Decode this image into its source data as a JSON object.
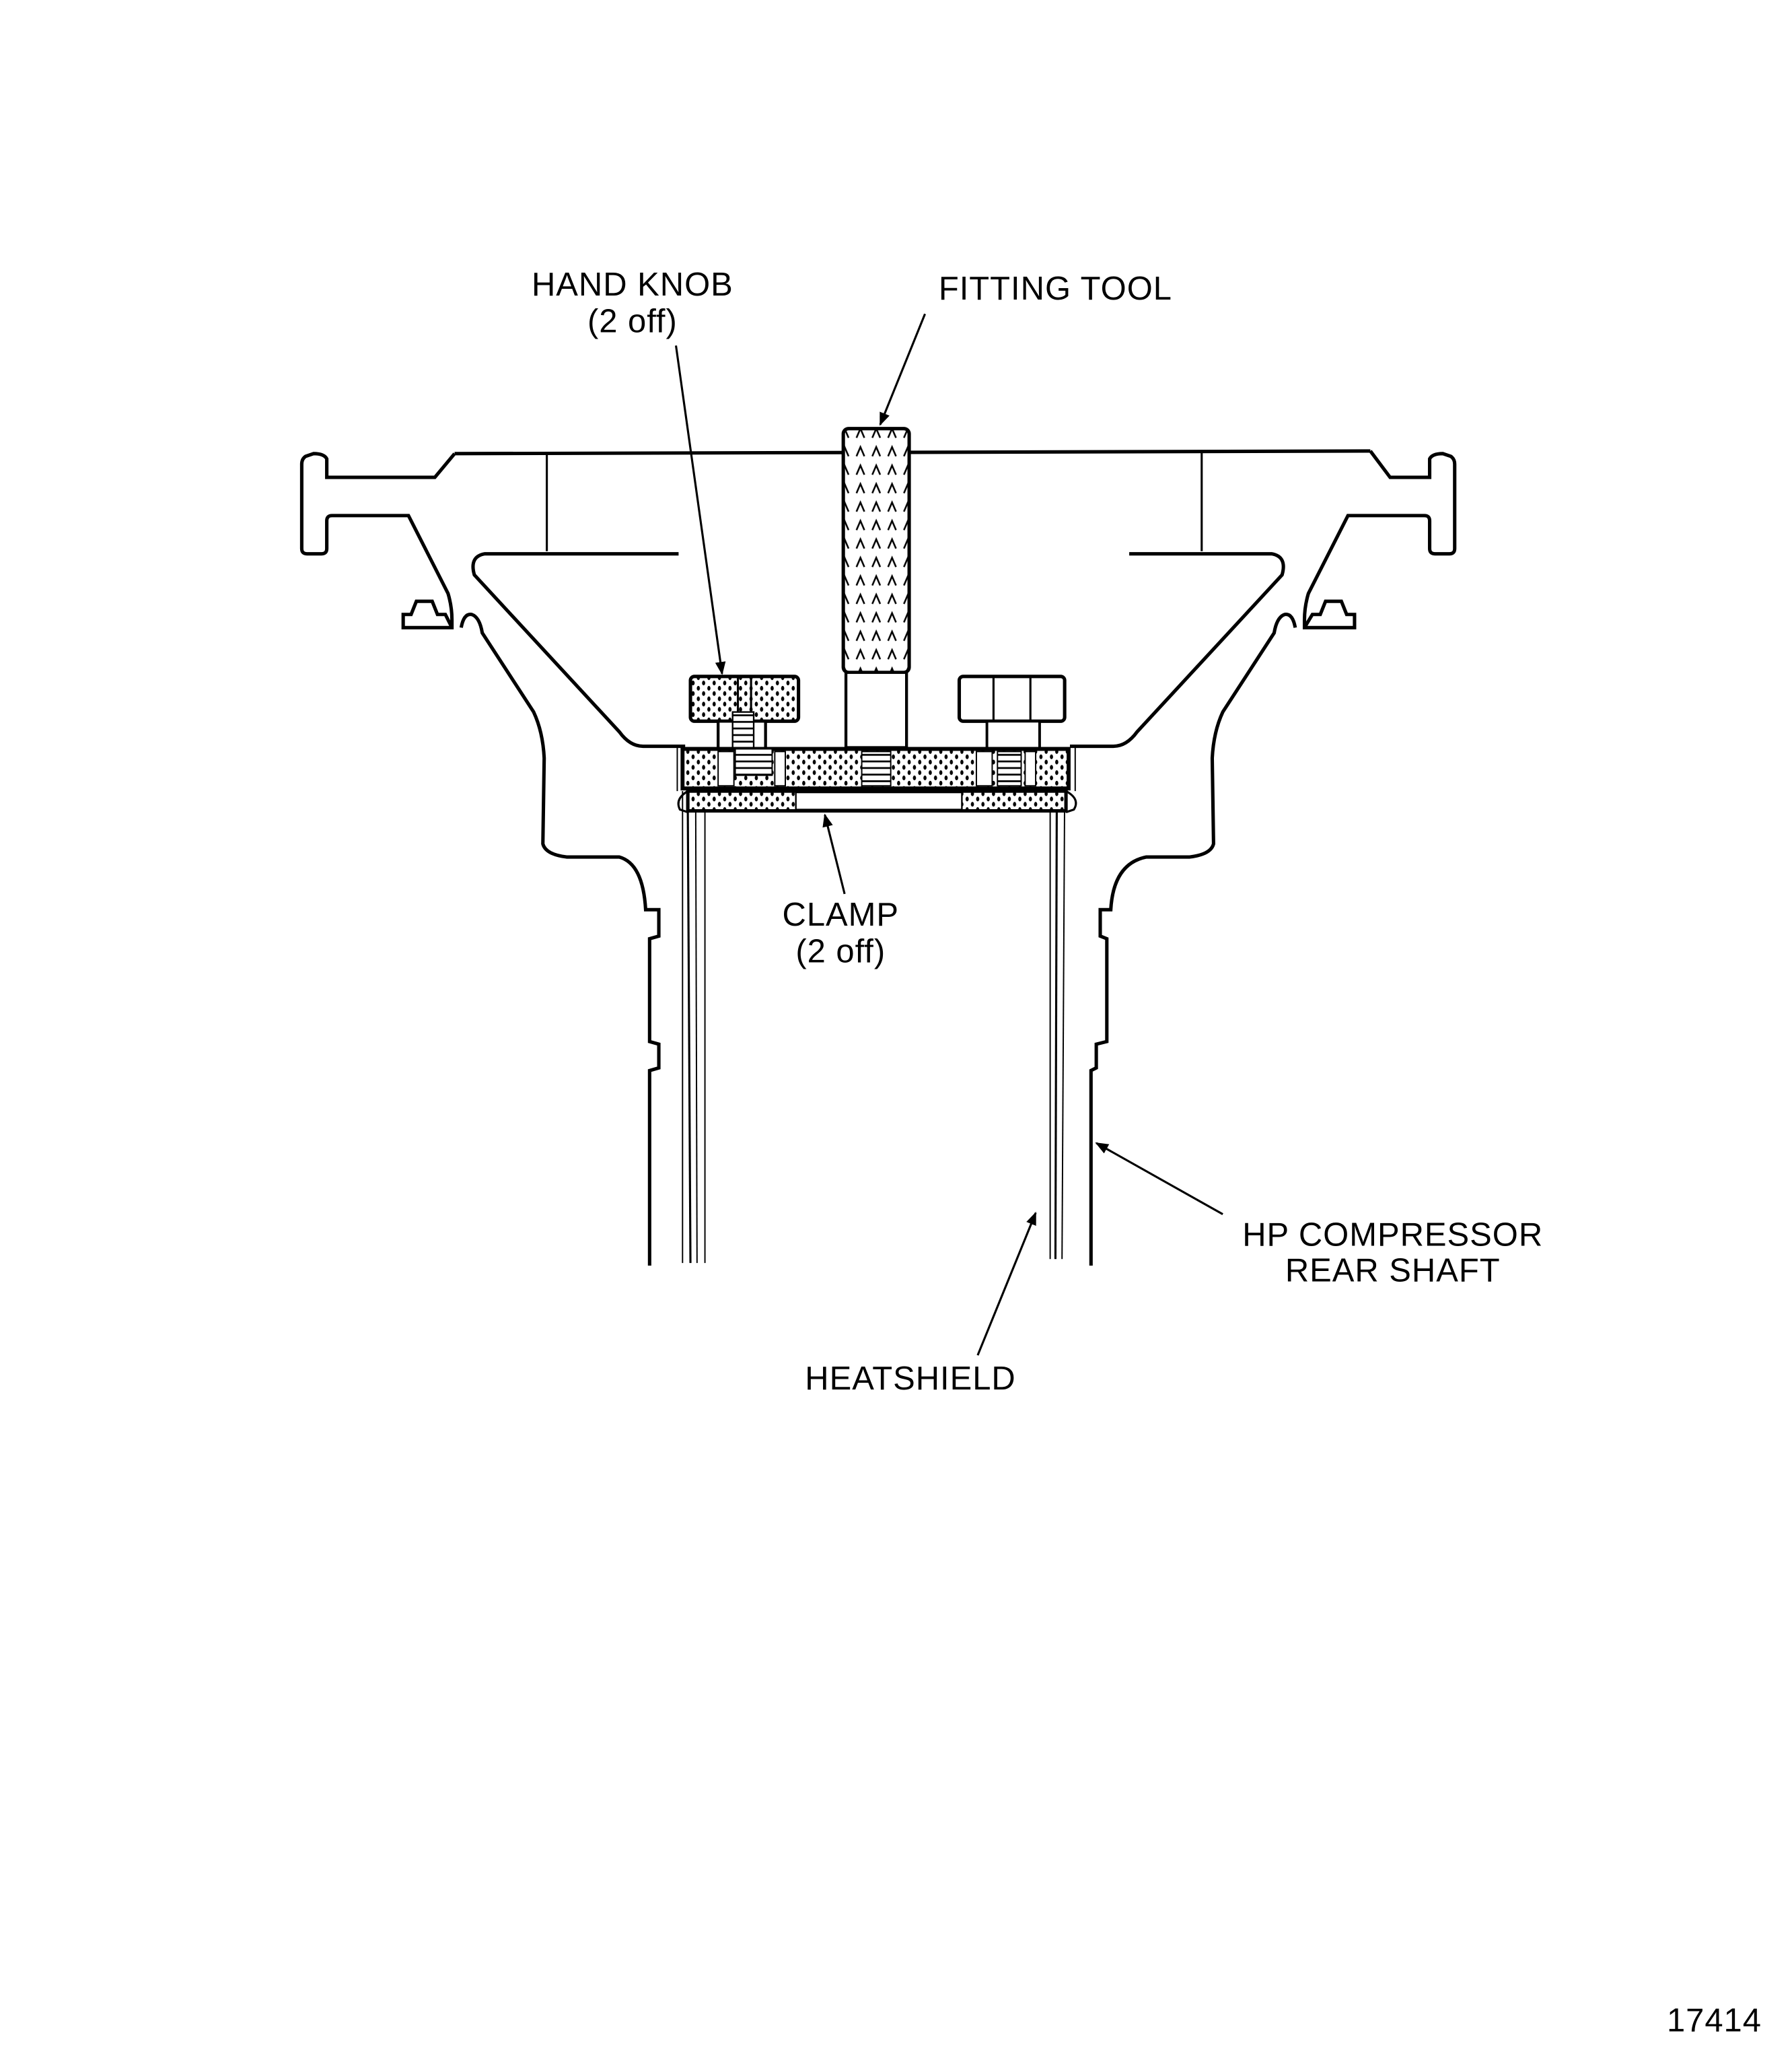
{
  "figure": {
    "labels": {
      "hand_knob": "HAND KNOB",
      "hand_knob_qty": "(2 off)",
      "fitting_tool": "FITTING TOOL",
      "clamp": "CLAMP",
      "clamp_qty": "(2 off)",
      "hp_compressor_line1": "HP COMPRESSOR",
      "hp_compressor_line2": "REAR SHAFT",
      "heatshield": "HEATSHIELD"
    },
    "figure_number": "17414"
  }
}
